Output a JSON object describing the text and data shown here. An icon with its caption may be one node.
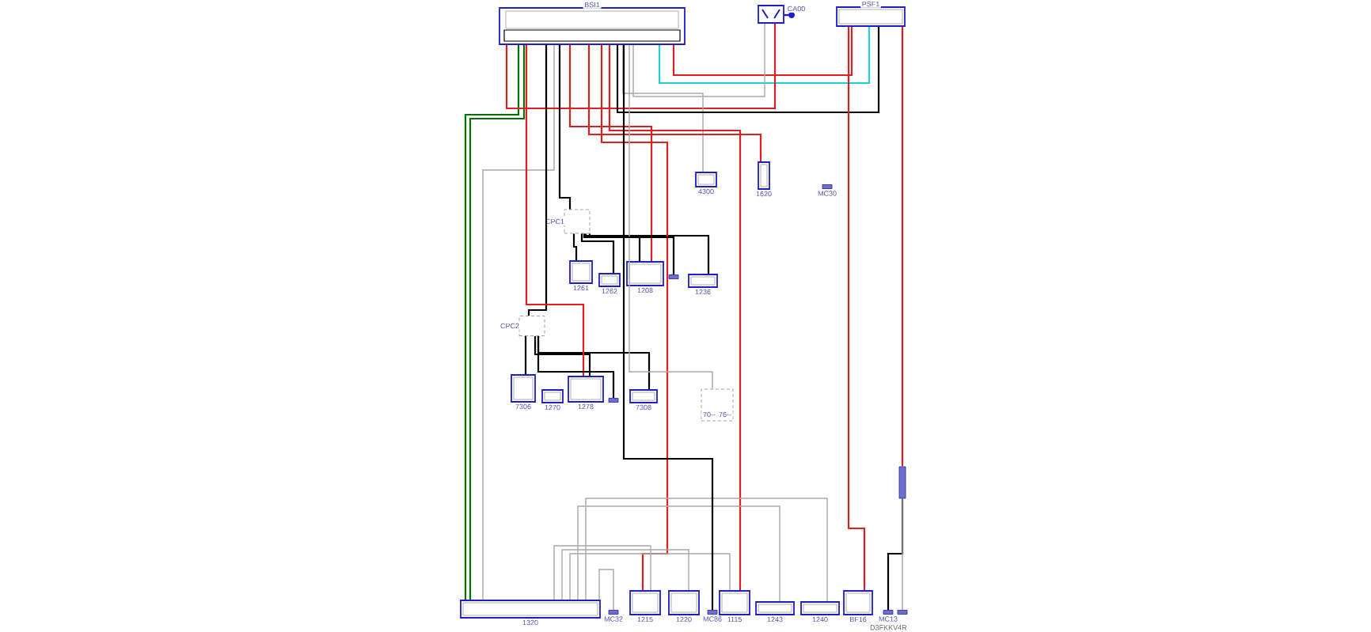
{
  "diagram": {
    "nodes": [
      {
        "text": [
          "BSI1"
        ]
      },
      {
        "text": [
          "CA00"
        ]
      },
      {
        "text": [
          "PSF1"
        ]
      },
      {
        "text": [
          "4300"
        ]
      },
      {
        "text": [
          "1620"
        ]
      },
      {
        "text": [
          "MC30"
        ]
      },
      {
        "text": [
          "CPC1"
        ]
      },
      {
        "text": [
          "1261"
        ]
      },
      {
        "text": [
          "1262"
        ]
      },
      {
        "text": [
          "1208"
        ]
      },
      {
        "text": [],
        "shape": "bar"
      },
      {
        "text": [
          "1236"
        ]
      },
      {
        "text": [
          "CPC2"
        ]
      },
      {
        "text": [
          "7306"
        ]
      },
      {
        "text": [
          "1270"
        ]
      },
      {
        "text": [
          "1278"
        ]
      },
      {
        "text": [],
        "shape": "bar"
      },
      {
        "text": [
          "7308"
        ]
      },
      {
        "text": [
          "70--",
          "76--"
        ]
      },
      {
        "text": [
          "1320"
        ]
      },
      {
        "text": [
          "MC32"
        ]
      },
      {
        "text": [
          "1215"
        ]
      },
      {
        "text": [
          "1220"
        ]
      },
      {
        "text": [
          "MC86"
        ]
      },
      {
        "text": [
          "1115"
        ]
      },
      {
        "text": [
          "1243"
        ]
      },
      {
        "text": [
          "1240"
        ]
      },
      {
        "text": [
          "BF16"
        ]
      },
      {
        "text": [
          "MC13"
        ]
      },
      {
        "text": [],
        "shape": "bar"
      },
      {
        "text": [],
        "shape": "bar"
      }
    ],
    "edges": [
      {
        "from": 0,
        "to": 19,
        "arrow": "none",
        "color": "#007000"
      },
      {
        "from": 0,
        "to": 19,
        "arrow": "none",
        "color": "#007000"
      },
      {
        "from": 0,
        "to": 19,
        "arrow": "none",
        "color": "#a8a8a8"
      },
      {
        "from": 0,
        "to": 2,
        "arrow": "none",
        "color": "#e02020"
      },
      {
        "from": 0,
        "to": 2,
        "arrow": "none",
        "color": "#20d0e0"
      },
      {
        "from": 0,
        "to": 1,
        "arrow": "none",
        "color": "#a8a8a8"
      },
      {
        "from": 1,
        "to": 0,
        "arrow": "none",
        "color": "#e02020"
      },
      {
        "from": 0,
        "to": 3,
        "arrow": "none",
        "color": "#a8a8a8"
      },
      {
        "from": 0,
        "to": 2,
        "arrow": "none",
        "color": "#000000"
      },
      {
        "from": 0,
        "to": 4,
        "arrow": "none",
        "color": "#e02020"
      },
      {
        "from": 0,
        "to": 9,
        "arrow": "none",
        "color": "#e02020"
      },
      {
        "from": 0,
        "to": 6,
        "arrow": "none",
        "color": "#000000"
      },
      {
        "from": 6,
        "to": 7,
        "arrow": "none",
        "color": "#000000"
      },
      {
        "from": 6,
        "to": 8,
        "arrow": "none",
        "color": "#000000"
      },
      {
        "from": 6,
        "to": 9,
        "arrow": "none",
        "color": "#000000"
      },
      {
        "from": 6,
        "to": 11,
        "arrow": "none",
        "color": "#000000"
      },
      {
        "from": 0,
        "to": 12,
        "arrow": "none",
        "color": "#000000"
      },
      {
        "from": 12,
        "to": 13,
        "arrow": "none",
        "color": "#000000"
      },
      {
        "from": 12,
        "to": 15,
        "arrow": "none",
        "color": "#000000"
      },
      {
        "from": 12,
        "to": 17,
        "arrow": "none",
        "color": "#000000"
      },
      {
        "from": 0,
        "to": 15,
        "arrow": "none",
        "color": "#e02020"
      },
      {
        "from": 2,
        "to": 30,
        "arrow": "none",
        "color": "#e02020"
      },
      {
        "from": 2,
        "to": 27,
        "arrow": "none",
        "color": "#e02020"
      },
      {
        "from": 30,
        "to": 28,
        "arrow": "none",
        "color": "#000000"
      },
      {
        "from": 0,
        "to": 24,
        "arrow": "none",
        "color": "#e02020"
      },
      {
        "from": 0,
        "to": 21,
        "arrow": "none",
        "color": "#e02020"
      },
      {
        "from": 19,
        "to": 21,
        "arrow": "none",
        "color": "#a8a8a8"
      },
      {
        "from": 19,
        "to": 22,
        "arrow": "none",
        "color": "#a8a8a8"
      },
      {
        "from": 19,
        "to": 24,
        "arrow": "none",
        "color": "#a8a8a8"
      },
      {
        "from": 19,
        "to": 25,
        "arrow": "none",
        "color": "#a8a8a8"
      },
      {
        "from": 19,
        "to": 26,
        "arrow": "none",
        "color": "#a8a8a8"
      },
      {
        "from": 0,
        "to": 23,
        "arrow": "none",
        "color": "#000000"
      },
      {
        "from": 0,
        "to": 18,
        "arrow": "none",
        "color": "#a8a8a8"
      },
      {
        "from": 16,
        "to": 12,
        "arrow": "none",
        "color": "#000000"
      },
      {
        "from": 10,
        "to": 6,
        "arrow": "none",
        "color": "#000000"
      },
      {
        "from": 29,
        "to": 30,
        "arrow": "none",
        "color": "#a8a8a8"
      },
      {
        "from": 19,
        "to": 20,
        "arrow": "none",
        "color": "#a8a8a8"
      }
    ],
    "labels": [
      "D3FKKV4R"
    ]
  }
}
